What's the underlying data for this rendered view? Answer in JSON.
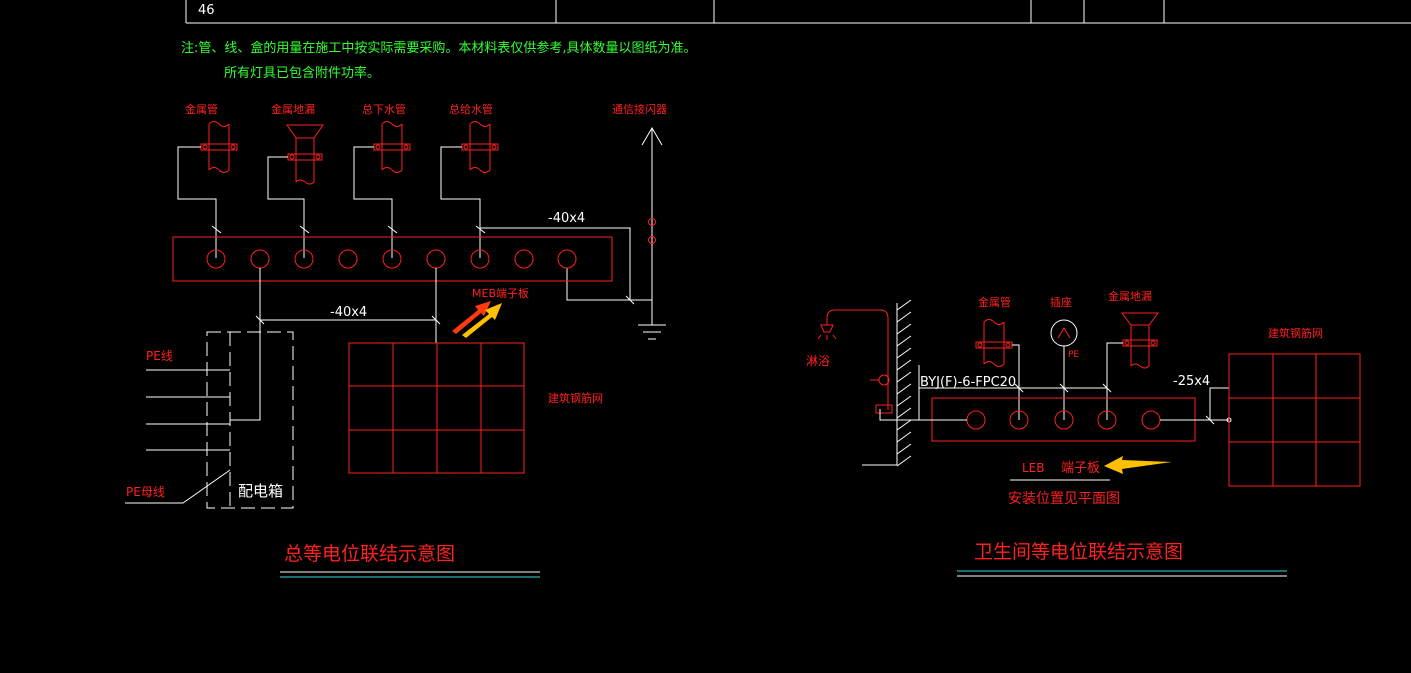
{
  "table": {
    "row_number": "46"
  },
  "notes": {
    "line1": "注:管、线、盒的用量在施工中按实际需要采购。本材料表仅供参考,具体数量以图纸为准。",
    "line2": "所有灯具已包含附件功率。"
  },
  "meb_diagram": {
    "labels": {
      "pipe1": "金属管",
      "pipe2": "金属地漏",
      "pipe3": "总下水管",
      "pipe4": "总给水管",
      "arrester": "通信接闪器",
      "flat_steel_top": "-40x4",
      "flat_steel_mid": "-40x4",
      "meb_box": "MEB端子板",
      "mesh": "建筑钢筋网",
      "pe_line": "PE线",
      "pe_busbar": "PE母线",
      "dist_box": "配电箱"
    },
    "title": "总等电位联结示意图"
  },
  "leb_diagram": {
    "labels": {
      "shower": "淋浴",
      "pipe": "金属管",
      "socket": "插座",
      "socket_pe": "PE",
      "drain": "金属地漏",
      "mesh": "建筑钢筋网",
      "wire": "BYJ(F)-6-FPC20",
      "flat_steel": "-25x4",
      "leb": "LEB",
      "terminal": "端子板",
      "install_note": "安装位置见平面图"
    },
    "title": "卫生间等电位联结示意图"
  },
  "colors": {
    "red": "#ff2020",
    "white": "#ffffff",
    "green": "#33ff33",
    "cyan": "#33dddd",
    "arrow_yellow": "#ffc000",
    "arrow_orange": "#ff3a10"
  }
}
